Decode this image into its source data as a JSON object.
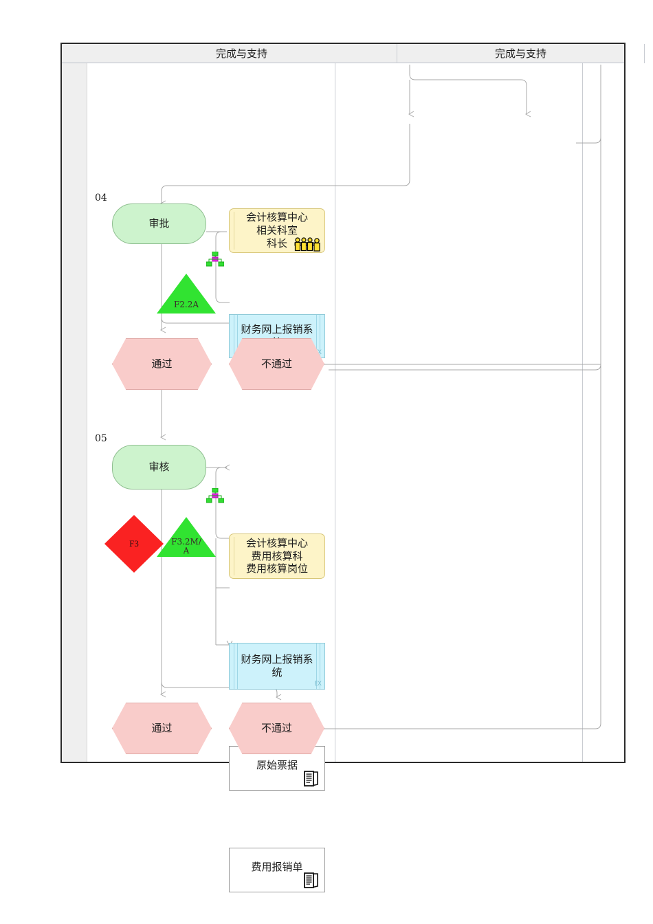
{
  "diagram": {
    "type": "swimlane-flowchart",
    "title": "",
    "lanes": [
      {
        "id": "lane-1",
        "label": "完成与支持"
      },
      {
        "id": "lane-2",
        "label": "完成与支持"
      },
      {
        "id": "lane-3",
        "label": ""
      }
    ],
    "steps": [
      {
        "number": "04",
        "process": "审批"
      },
      {
        "number": "05",
        "process": "审核"
      }
    ],
    "nodes": {
      "step04": {
        "number": "04",
        "process": "审批",
        "role": "会计核算中心\n相关科室\n科长",
        "role_lines": [
          "会计核算中心",
          "相关科室",
          "科长"
        ],
        "system": "财务网上报销系\n统",
        "system_lines": [
          "财务网上报销系",
          "统"
        ],
        "system_tag": "EX",
        "control": "F2.2A",
        "outcome_pass": "通过",
        "outcome_fail": "不通过"
      },
      "step05": {
        "number": "05",
        "process": "审核",
        "role": "会计核算中心\n费用核算科\n费用核算岗位",
        "role_lines": [
          "会计核算中心",
          "费用核算科",
          "费用核算岗位"
        ],
        "system": "财务网上报销系\n统",
        "system_lines": [
          "财务网上报销系",
          "统"
        ],
        "system_tag": "EX",
        "risk": "F3",
        "control": "F3.2M/\nA",
        "control_lines": [
          "F3.2M/",
          "A"
        ],
        "documents": [
          "原始票据",
          "费用报销单"
        ],
        "outcome_pass": "通过",
        "outcome_fail": "不通过"
      }
    },
    "icons": {
      "people": "people-group-icon",
      "org": "org-chart-icon",
      "document": "document-stack-icon"
    },
    "colors": {
      "process_fill": "#cdf3cd",
      "process_stroke": "#8fbf90",
      "role_fill": "#fdf4c8",
      "role_stroke": "#d8c77a",
      "system_fill": "#cdf2fb",
      "system_stroke": "#8ec9d8",
      "outcome_fill": "#f9ccca",
      "outcome_stroke": "#e0a9a6",
      "control_fill": "#31e331",
      "risk_fill": "#fa2222",
      "connector": "#a8a8a8",
      "header_fill": "#efefef",
      "frame_stroke": "#2b2b2b"
    }
  }
}
